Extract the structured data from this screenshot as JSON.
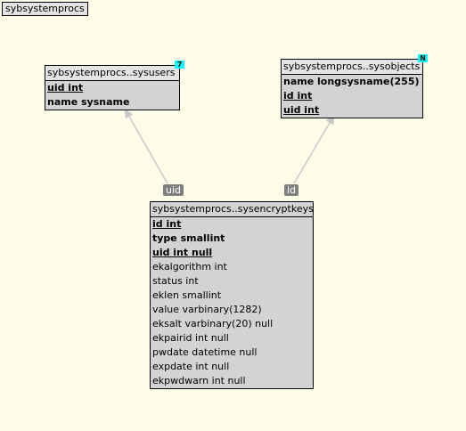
{
  "schema_label": "sybsystemprocs",
  "tables": {
    "sysusers": {
      "title": "sybsystemprocs..sysusers",
      "badge": "7",
      "columns": [
        {
          "text": "uid int",
          "style": "pk"
        },
        {
          "text": "name sysname",
          "style": "key"
        }
      ]
    },
    "sysobjects": {
      "title": "sybsystemprocs..sysobjects",
      "badge": "N",
      "columns": [
        {
          "text": "name longsysname(255)",
          "style": "key"
        },
        {
          "text": "id int",
          "style": "pk"
        },
        {
          "text": "uid int",
          "style": "pk"
        }
      ]
    },
    "sysencryptkeys": {
      "title": "sybsystemprocs..sysencryptkeys",
      "columns": [
        {
          "text": "id int",
          "style": "pk"
        },
        {
          "text": "type smallint",
          "style": "key"
        },
        {
          "text": "uid int null",
          "style": "pk"
        },
        {
          "text": "ekalgorithm int",
          "style": "plain"
        },
        {
          "text": "status int",
          "style": "plain"
        },
        {
          "text": "eklen smallint",
          "style": "plain"
        },
        {
          "text": "value varbinary(1282)",
          "style": "plain"
        },
        {
          "text": "eksalt varbinary(20) null",
          "style": "plain"
        },
        {
          "text": "ekpairid int null",
          "style": "plain"
        },
        {
          "text": "pwdate datetime null",
          "style": "plain"
        },
        {
          "text": "expdate int null",
          "style": "plain"
        },
        {
          "text": "ekpwdwarn int null",
          "style": "plain"
        }
      ]
    }
  },
  "relations": [
    {
      "label": "uid",
      "from": "sysencryptkeys",
      "to": "sysusers"
    },
    {
      "label": "id",
      "from": "sysencryptkeys",
      "to": "sysobjects"
    }
  ],
  "colors": {
    "background": "#fdfde8",
    "table_fill": "#d3d3d3",
    "title_fill": "#e4e4e4",
    "badge_fill": "#00ffff",
    "link_line": "#c8c8c8",
    "rel_label_fill": "#808080"
  }
}
